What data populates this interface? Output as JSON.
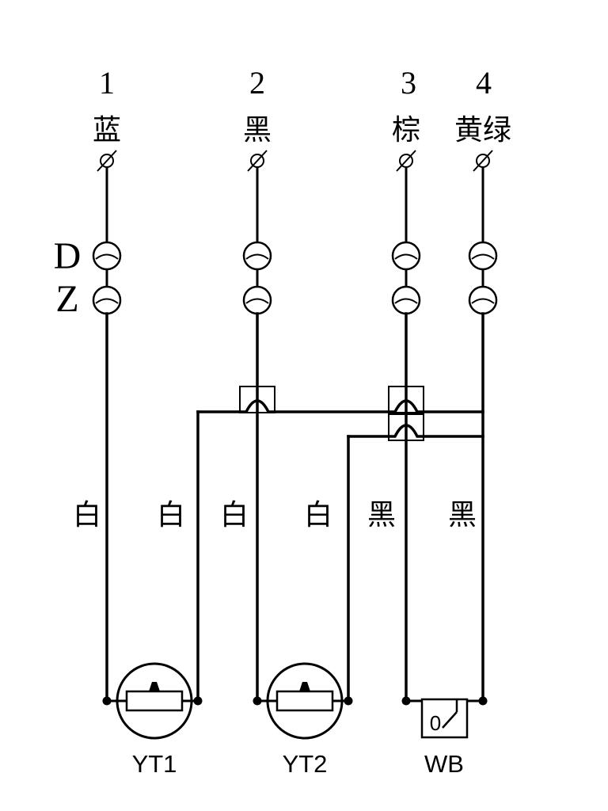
{
  "colors": {
    "line": "#000000",
    "background": "#ffffff"
  },
  "terminals": [
    {
      "number": "1",
      "color": "蓝"
    },
    {
      "number": "2",
      "color": "黑"
    },
    {
      "number": "3",
      "color": "棕"
    },
    {
      "number": "4",
      "color": "黄绿"
    }
  ],
  "terminal_block": {
    "label_top": "D",
    "label_bottom": "Z"
  },
  "wire_labels": [
    {
      "text": "白"
    },
    {
      "text": "白"
    },
    {
      "text": "白"
    },
    {
      "text": "白"
    },
    {
      "text": "黑"
    },
    {
      "text": "黑"
    }
  ],
  "components": {
    "yt1": {
      "label": "YT1"
    },
    "yt2": {
      "label": "YT2"
    },
    "wb": {
      "label": "WB",
      "inner_mark": "0"
    }
  }
}
